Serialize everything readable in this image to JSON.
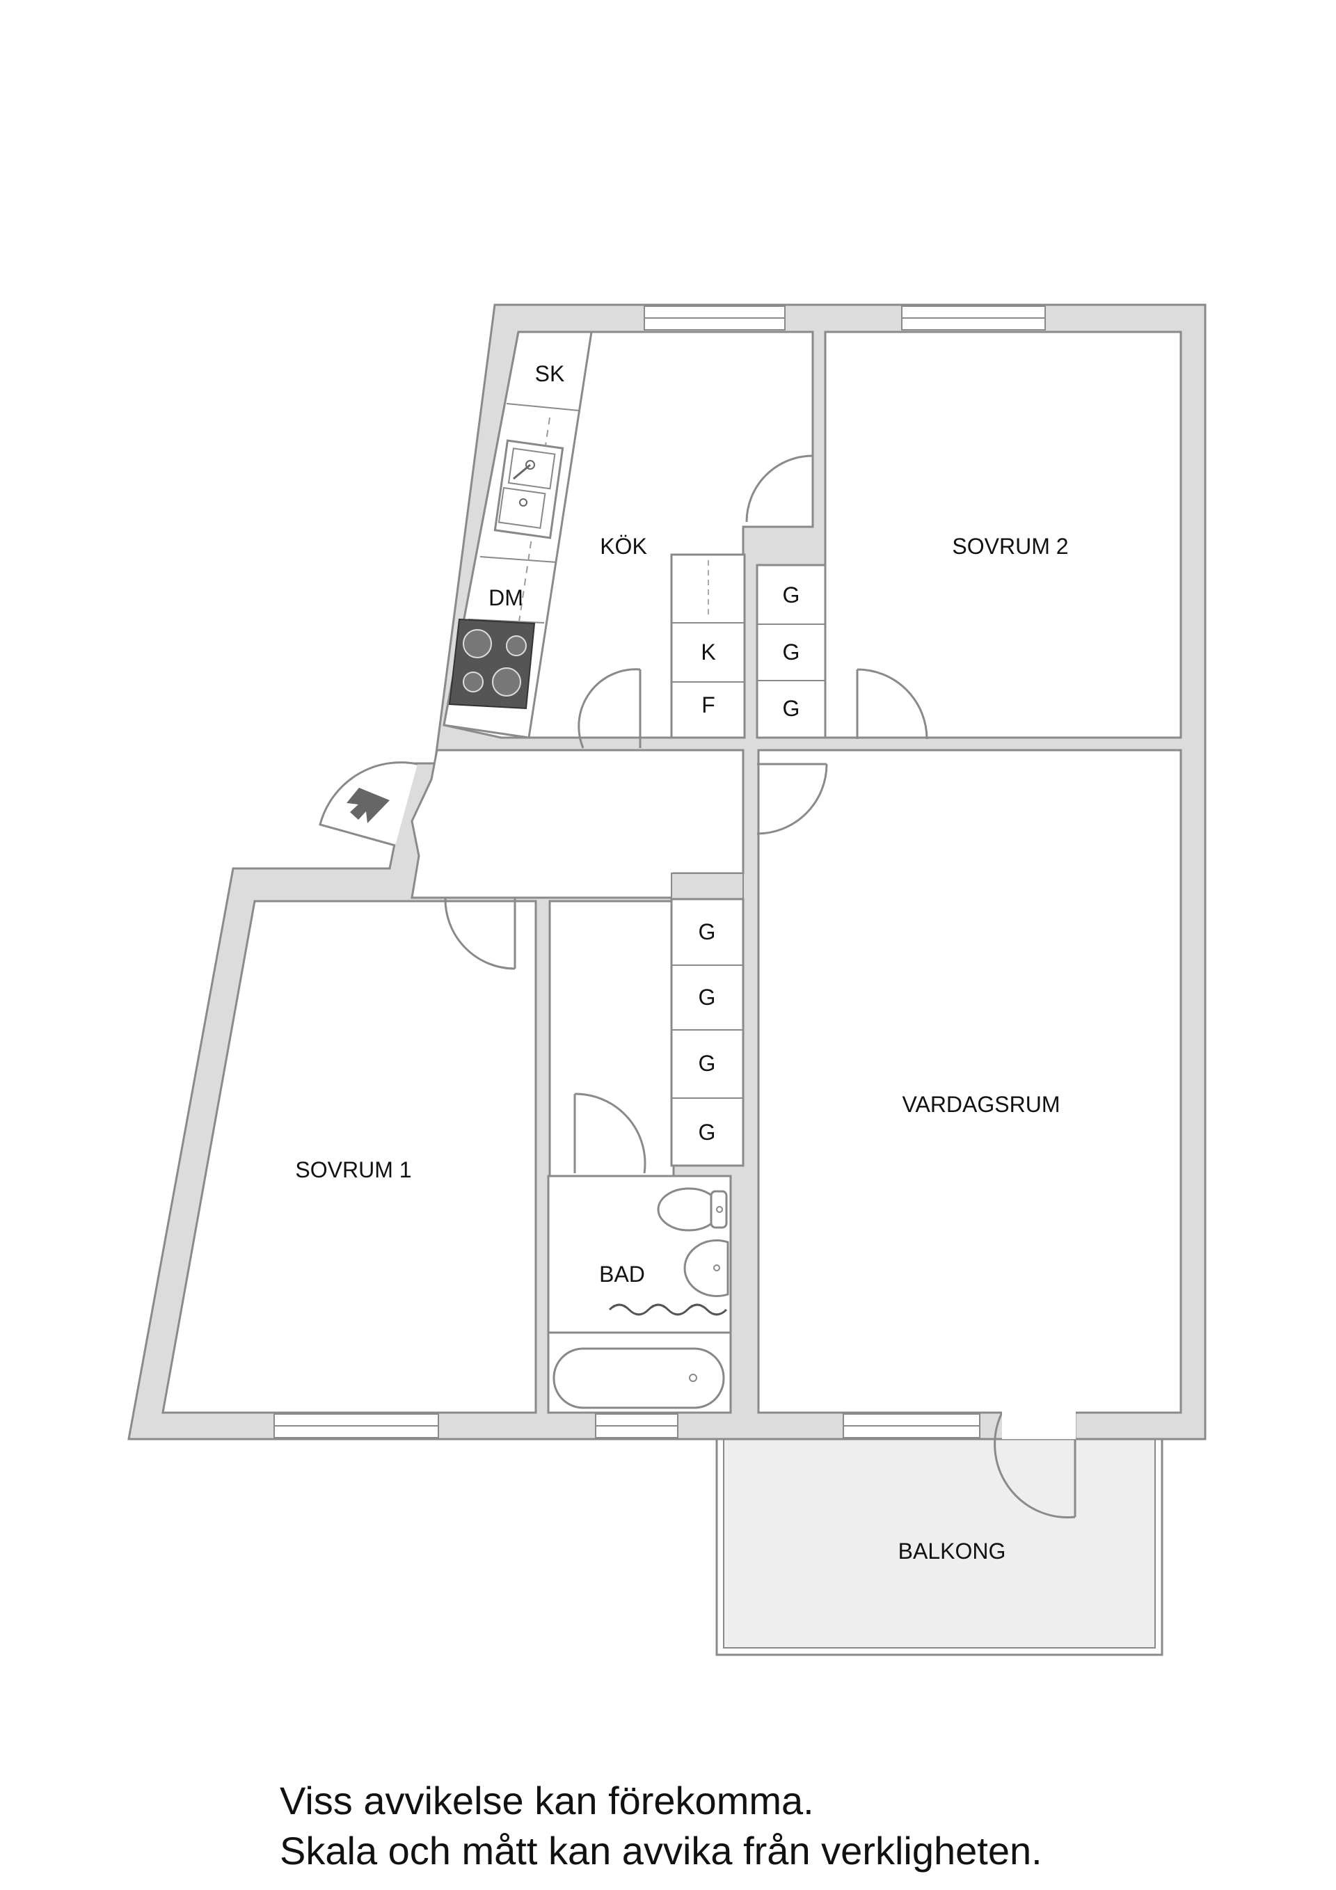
{
  "rooms": {
    "kok": "KÖK",
    "sovrum2": "SOVRUM 2",
    "sovrum1": "SOVRUM 1",
    "vardagsrum": "VARDAGSRUM",
    "bad": "BAD",
    "balkong": "BALKONG"
  },
  "fixtures": {
    "skafferi": "SK",
    "diskmaskin": "DM",
    "kyl": "K",
    "frys": "F",
    "garderob": "G"
  },
  "disclaimer": {
    "line1": "Viss avvikelse kan förekomma.",
    "line2": "Skala och mått kan avvika från verkligheten."
  },
  "colors": {
    "wall": "#dcdcdc",
    "wall_stroke": "#8a8a8a",
    "stove": "#555555",
    "balcony": "#eeeeee"
  }
}
